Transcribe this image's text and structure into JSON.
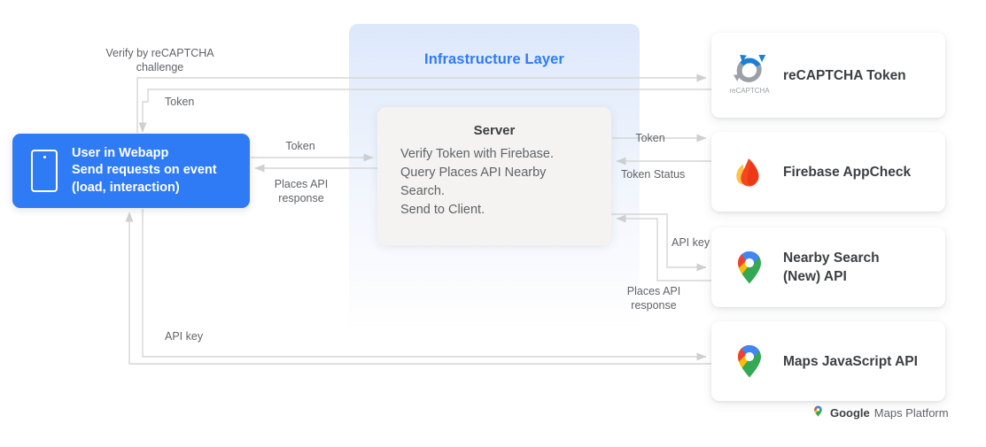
{
  "infrastructure": {
    "title": "Infrastructure Layer",
    "accent_color": "#2f7bf6"
  },
  "server": {
    "title": "Server",
    "line1": "Verify Token with Firebase.",
    "line2": "Query Places API Nearby",
    "line3": "Search.",
    "line4": "Send to Client."
  },
  "user": {
    "icon": "phone-icon",
    "line1": "User in Webapp",
    "line2": "Send requests on event",
    "line3": "(load, interaction)",
    "bg_color": "#2f7bf6"
  },
  "services": [
    {
      "id": "recaptcha-token",
      "label": "reCAPTCHA Token",
      "logo": "recaptcha-logo",
      "logo_caption": "reCAPTCHA"
    },
    {
      "id": "firebase-appcheck",
      "label": "Firebase AppCheck",
      "logo": "firebase-logo",
      "logo_caption": ""
    },
    {
      "id": "nearby-search",
      "label": "Nearby Search\n(New) API",
      "logo": "google-maps-pin-logo",
      "logo_caption": ""
    },
    {
      "id": "maps-javascript",
      "label": "Maps JavaScript API",
      "logo": "google-maps-pin-logo",
      "logo_caption": ""
    }
  ],
  "connectors": [
    {
      "id": "verify-recaptcha-challenge",
      "label": "Verify by reCAPTCHA\nchallenge"
    },
    {
      "id": "token-to-user",
      "label": "Token"
    },
    {
      "id": "token-user-to-server",
      "label": "Token"
    },
    {
      "id": "places-api-response-user",
      "label": "Places API\nresponse"
    },
    {
      "id": "token-server-to-firebase",
      "label": "Token"
    },
    {
      "id": "token-status-firebase",
      "label": "Token Status"
    },
    {
      "id": "api-key-to-nearby",
      "label": "API key"
    },
    {
      "id": "places-api-response-nearby",
      "label": "Places API\nresponse"
    },
    {
      "id": "api-key-to-mapsjs",
      "label": "API key"
    }
  ],
  "footer": {
    "brand_bold": "Google",
    "brand_light": "Maps Platform",
    "logo": "google-maps-pin-logo"
  },
  "colors": {
    "wire": "#d3d3d3",
    "text": "#5f6368",
    "heading": "#3c4043",
    "blue": "#2f7bf6",
    "server_bg": "#f4f3f1"
  }
}
